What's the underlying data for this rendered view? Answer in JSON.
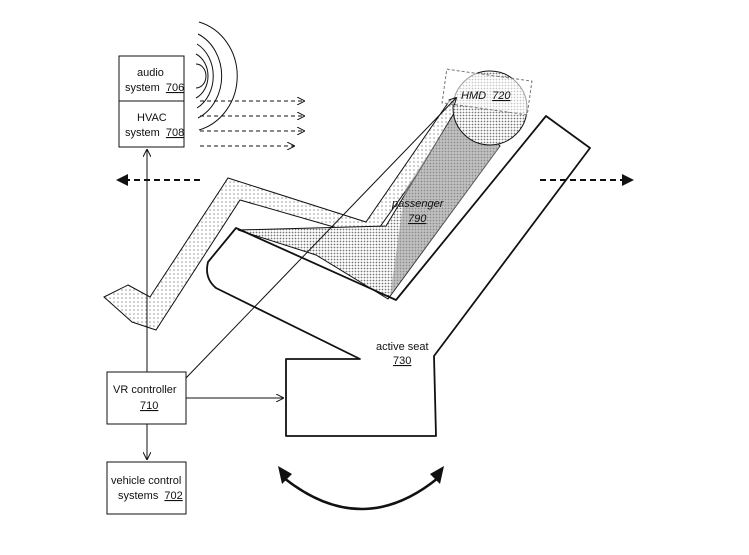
{
  "labels": {
    "audio_line1": "audio",
    "audio_line2": "system",
    "audio_ref": "706",
    "hvac_line1": "HVAC",
    "hvac_line2": "system",
    "hvac_ref": "708",
    "vr_line1": "VR controller",
    "vr_ref": "710",
    "vehicle_line1": "vehicle control",
    "vehicle_line2": "systems",
    "vehicle_ref": "702",
    "hmd_text": "HMD",
    "hmd_ref": "720",
    "passenger_text": "passenger",
    "passenger_ref": "790",
    "seat_text": "active seat",
    "seat_ref": "730"
  },
  "colors": {
    "line": "#111111",
    "fill_gray": "#9a9a9a",
    "fill_light": "#d8d8d8"
  }
}
